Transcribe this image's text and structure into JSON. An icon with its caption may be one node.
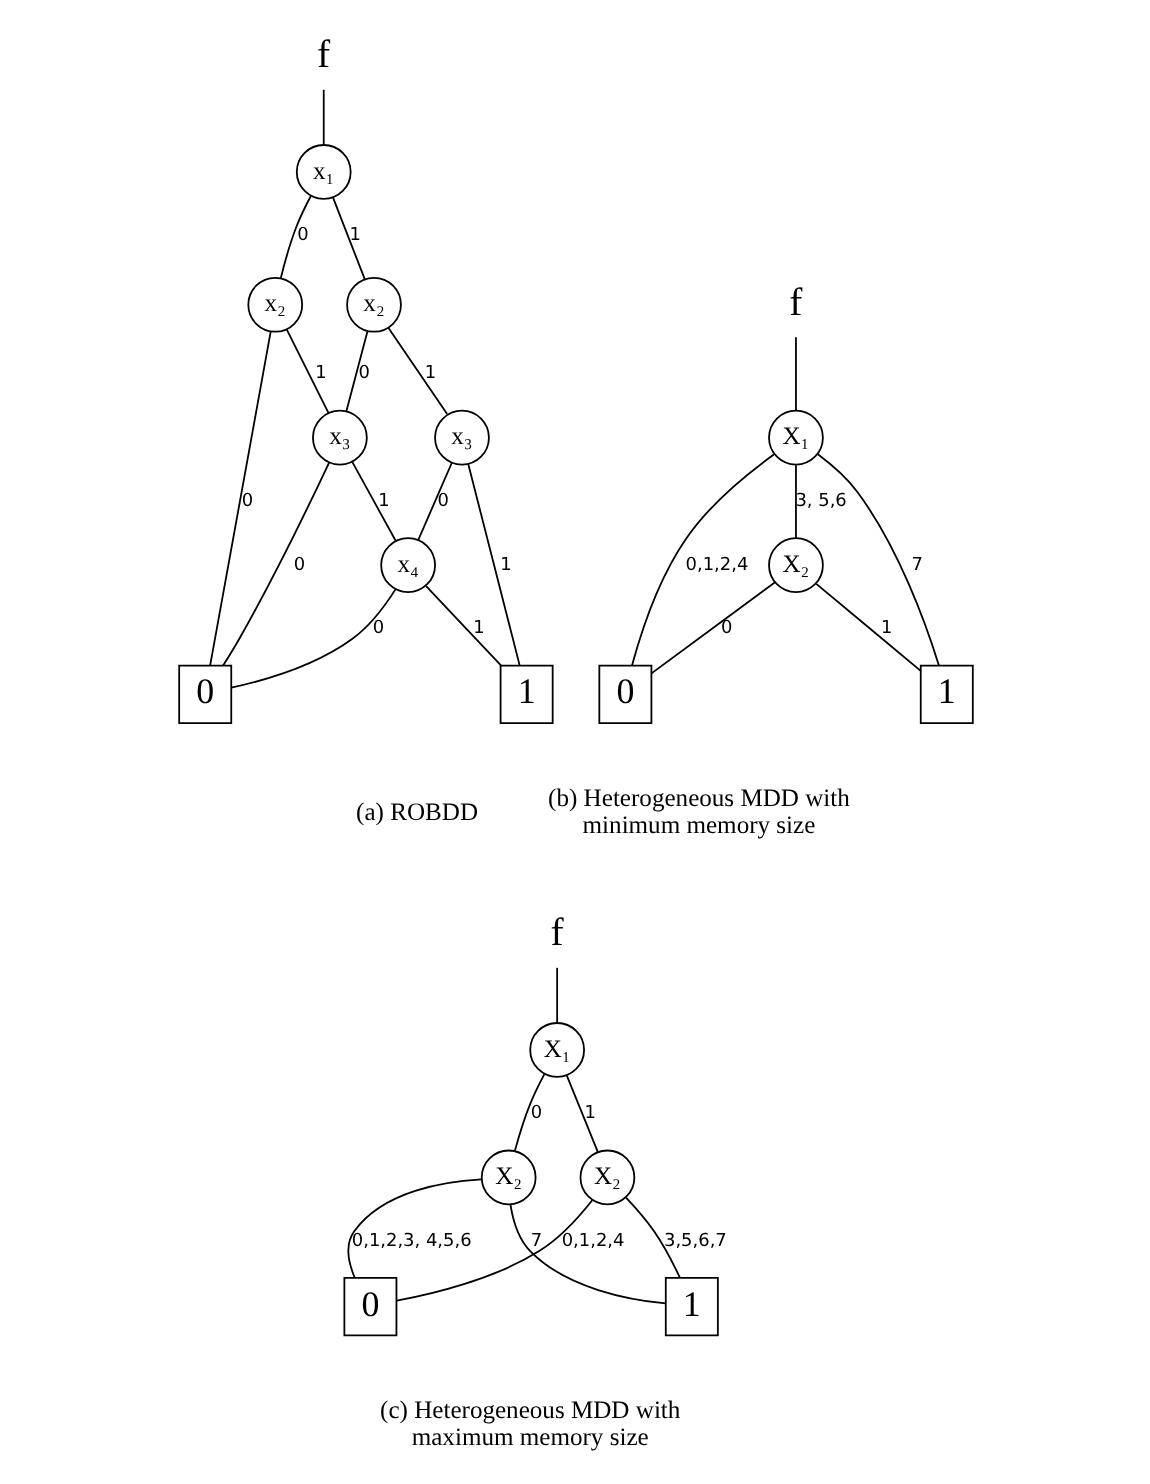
{
  "diagram": {
    "nodes": [
      {
        "text": [
          "f"
        ]
      },
      {
        "text": [
          "x₁"
        ]
      },
      {
        "text": [
          "x₂"
        ]
      },
      {
        "text": [
          "x₂"
        ]
      },
      {
        "text": [
          "x₃"
        ]
      },
      {
        "text": [
          "x₃"
        ]
      },
      {
        "text": [
          "x₄"
        ]
      },
      {
        "text": [
          "0"
        ]
      },
      {
        "text": [
          "1"
        ]
      },
      {
        "text": [
          "f"
        ]
      },
      {
        "text": [
          "X₁"
        ]
      },
      {
        "text": [
          "X₂"
        ]
      },
      {
        "text": [
          "0"
        ]
      },
      {
        "text": [
          "1"
        ]
      },
      {
        "text": [
          "f"
        ]
      },
      {
        "text": [
          "X₁"
        ]
      },
      {
        "text": [
          "X₂"
        ]
      },
      {
        "text": [
          "X₂"
        ]
      },
      {
        "text": [
          "0"
        ]
      },
      {
        "text": [
          "1"
        ]
      }
    ],
    "edges": [
      {
        "from": 0,
        "to": 1,
        "arrow": "none"
      },
      {
        "from": 1,
        "to": 2,
        "arrow": "none",
        "label": "0"
      },
      {
        "from": 1,
        "to": 3,
        "arrow": "none",
        "label": "1"
      },
      {
        "from": 2,
        "to": 7,
        "arrow": "none",
        "label": "0"
      },
      {
        "from": 2,
        "to": 4,
        "arrow": "none",
        "label": "1"
      },
      {
        "from": 3,
        "to": 4,
        "arrow": "none",
        "label": "0"
      },
      {
        "from": 3,
        "to": 5,
        "arrow": "none",
        "label": "1"
      },
      {
        "from": 4,
        "to": 7,
        "arrow": "none",
        "label": "0"
      },
      {
        "from": 4,
        "to": 6,
        "arrow": "none",
        "label": "1"
      },
      {
        "from": 5,
        "to": 6,
        "arrow": "none",
        "label": "0"
      },
      {
        "from": 5,
        "to": 8,
        "arrow": "none",
        "label": "1"
      },
      {
        "from": 6,
        "to": 7,
        "arrow": "none",
        "label": "0"
      },
      {
        "from": 6,
        "to": 8,
        "arrow": "none",
        "label": "1"
      },
      {
        "from": 9,
        "to": 10,
        "arrow": "none"
      },
      {
        "from": 10,
        "to": 12,
        "arrow": "none",
        "label": "0,1,2,4"
      },
      {
        "from": 10,
        "to": 11,
        "arrow": "none",
        "label": "3, 5,6"
      },
      {
        "from": 10,
        "to": 13,
        "arrow": "none",
        "label": "7"
      },
      {
        "from": 11,
        "to": 12,
        "arrow": "none",
        "label": "0"
      },
      {
        "from": 11,
        "to": 13,
        "arrow": "none",
        "label": "1"
      },
      {
        "from": 14,
        "to": 15,
        "arrow": "none"
      },
      {
        "from": 15,
        "to": 16,
        "arrow": "none",
        "label": "0"
      },
      {
        "from": 15,
        "to": 17,
        "arrow": "none",
        "label": "1"
      },
      {
        "from": 16,
        "to": 18,
        "arrow": "none",
        "label": "0,1,2,3, 4,5,6"
      },
      {
        "from": 16,
        "to": 19,
        "arrow": "none",
        "label": "7"
      },
      {
        "from": 17,
        "to": 18,
        "arrow": "none",
        "label": "0,1,2,4"
      },
      {
        "from": 17,
        "to": 19,
        "arrow": "none",
        "label": "3,5,6,7"
      }
    ],
    "labels": [
      "(a) ROBDD",
      "(b) Heterogeneous MDD with minimum memory size",
      "(c) Heterogeneous MDD with maximum memory size"
    ]
  }
}
